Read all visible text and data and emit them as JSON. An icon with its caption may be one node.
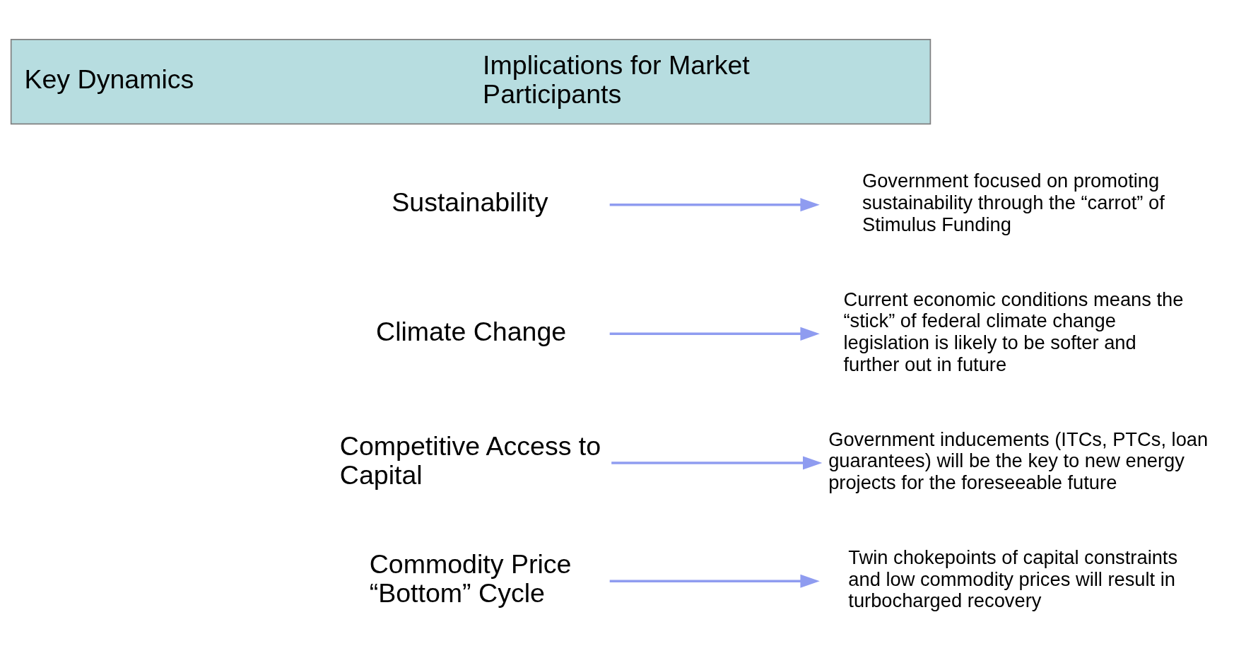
{
  "diagram": {
    "nodes": [
      {
        "text": [
          "Key Dynamics",
          "Implications for Market Participants"
        ]
      },
      {
        "text": [
          "Sustainability"
        ]
      },
      {
        "text": [
          "Climate Change"
        ]
      },
      {
        "text": [
          "Competitive Access to Capital"
        ]
      },
      {
        "text": [
          "Commodity Price “Bottom” Cycle"
        ]
      },
      {
        "text": [
          "Government focused on promoting sustainability through the “carrot” of Stimulus Funding"
        ]
      },
      {
        "text": [
          "Current economic conditions means the “stick” of federal climate change legislation is likely to be softer and further out in future"
        ]
      },
      {
        "text": [
          "Government inducements (ITCs, PTCs, loan guarantees) will be the key to new energy projects for the foreseeable future"
        ]
      },
      {
        "text": [
          "Twin chokepoints of capital constraints and low commodity prices will result in turbocharged recovery"
        ]
      }
    ],
    "edges": [
      {
        "from": 1,
        "to": 5,
        "arrow": "to"
      },
      {
        "from": 2,
        "to": 6,
        "arrow": "to"
      },
      {
        "from": 3,
        "to": 7,
        "arrow": "to"
      },
      {
        "from": 4,
        "to": 8,
        "arrow": "to"
      }
    ]
  }
}
